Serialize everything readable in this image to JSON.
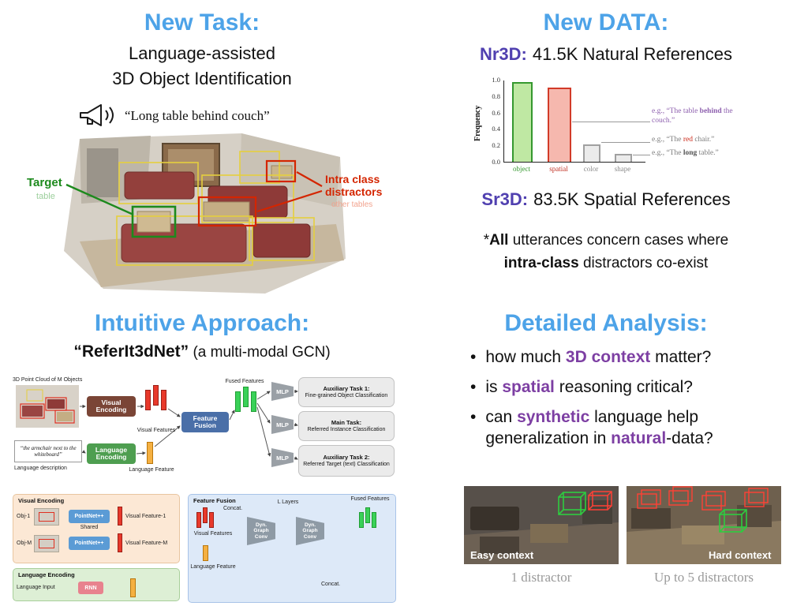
{
  "new_task": {
    "title": "New Task:",
    "subtitle_1": "Language-assisted",
    "subtitle_2": "3D Object Identification",
    "quote": "“Long table behind couch”",
    "target_label": "Target",
    "target_sub": "table",
    "distractor_label_1": "Intra class",
    "distractor_label_2": "distractors",
    "distractor_sub": "other tables"
  },
  "new_data": {
    "title": "New DATA:",
    "nr3d_name": "Nr3D:",
    "nr3d_desc": "41.5K Natural References",
    "sr3d_name": "Sr3D:",
    "sr3d_desc": "83.5K Spatial References",
    "note_star": "*",
    "note_all": "All",
    "note_l1": " utterances concern cases where",
    "note_intra": "intra-class",
    "note_l2": " distractors co-exist"
  },
  "chart_data": {
    "type": "bar",
    "ylabel": "Frequency",
    "categories": [
      "object",
      "spatial",
      "color",
      "shape"
    ],
    "values": [
      0.97,
      0.9,
      0.21,
      0.1
    ],
    "ylim": [
      0,
      1.0
    ],
    "yticks": [
      "1.0",
      "0.8",
      "0.6",
      "0.4",
      "0.2",
      "0.0"
    ],
    "grid": false,
    "bar_fill": [
      "#bfe8a3",
      "#f6b8ae",
      "#ebebeb",
      "#ebebeb"
    ],
    "bar_edge": [
      "#35982f",
      "#d23a28",
      "#a0a0a0",
      "#a0a0a0"
    ],
    "category_colors": [
      "#35982f",
      "#c13326",
      "#8a8a8a",
      "#8a8a8a"
    ],
    "annotations": [
      {
        "pre": "e.g., “The table ",
        "em": "behind",
        "post": " the couch.”",
        "base_color": "#8d5fae",
        "em_color": "#8d5fae",
        "em_bold": true
      },
      {
        "pre": "e.g., “The ",
        "em": "red",
        "post": " chair.”",
        "base_color": "#7d7d7d",
        "em_color": "#cc2a1a",
        "em_bold": false
      },
      {
        "pre": "e.g., “The ",
        "em": "long",
        "post": " table.”",
        "base_color": "#7d7d7d",
        "em_color": "#555555",
        "em_bold": true
      }
    ]
  },
  "approach": {
    "title": "Intuitive Approach:",
    "name": "“ReferIt3dNet”",
    "name_suffix": " (a multi-modal GCN)",
    "pointcloud_label": "3D Point Cloud of M Objects",
    "visual_encoding": "Visual Encoding",
    "language_encoding": "Language Encoding",
    "feature_fusion": "Feature Fusion",
    "visual_features": "Visual Features",
    "language_feature": "Language Feature",
    "fused_features": "Fused Features",
    "mlp": "MLP",
    "task1_title": "Auxiliary Task 1:",
    "task1_sub": "Fine-grained Object Classification",
    "task2_title": "Main Task:",
    "task2_sub": "Referred Instance Classification",
    "task3_title": "Auxiliary Task 2:",
    "task3_sub": "Referred Target (text) Classification",
    "lang_quote": "“the armchair next to the whiteboard”",
    "lang_desc": "Language description",
    "obj1": "Obj-1",
    "objm": "Obj-M",
    "pointnet": "PointNet++",
    "shared": "Shared",
    "vf1": "Visual Feature-1",
    "vfm": "Visual Feature-M",
    "lang_input": "Language Input",
    "rnn": "RNN",
    "concat": "Concat.",
    "dgc": "Dyn. Graph Conv",
    "l_layers": "L Layers"
  },
  "analysis": {
    "title": "Detailed Analysis:",
    "bullet_glyph": "•",
    "b1_pre": "how much ",
    "b1_em": "3D context",
    "b1_post": " matter?",
    "b2_pre": "is ",
    "b2_em": "spatial",
    "b2_post": " reasoning critical?",
    "b3_pre": "can ",
    "b3_em1": "synthetic",
    "b3_mid": " language help generalization in ",
    "b3_em2": "natural",
    "b3_post": "-data?",
    "easy_label": "Easy context",
    "hard_label": "Hard context",
    "easy_caption": "1 distractor",
    "hard_caption": "Up to 5 distractors"
  },
  "colors": {
    "heading_blue": "#4da3e8",
    "keyword_purple": "#7d3fa3",
    "dataset_purple": "#5040b0",
    "target_green": "#1d8a1d",
    "distractor_red": "#d42500"
  }
}
